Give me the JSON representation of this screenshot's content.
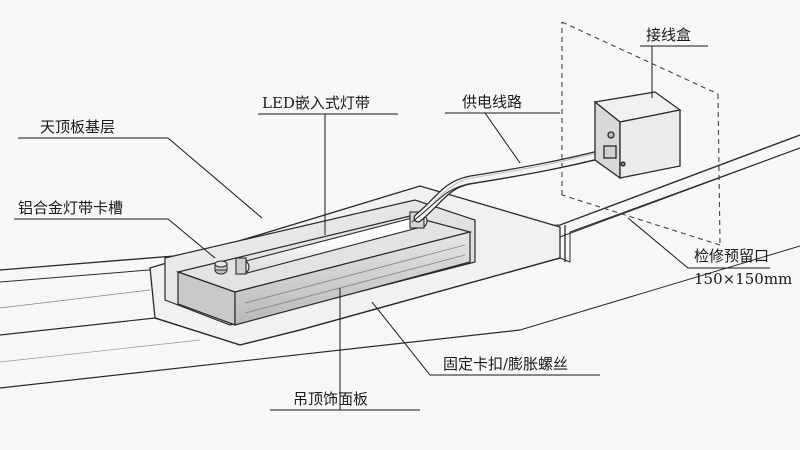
{
  "labels": {
    "ceiling_board": "天顶板基层",
    "led_strip": "LED嵌入式灯带",
    "aluminum_slot": "铝合金灯带卡槽",
    "power_line": "供电线路",
    "junction_box": "接线盒",
    "access_opening": "检修预留口",
    "access_size": "150×150mm",
    "clip_screw": "固定卡扣/膨胀螺丝",
    "ceiling_panel": "吊顶饰面板"
  },
  "colors": {
    "line": "#2a2a2a",
    "metal": "#cfcfcf",
    "metal_dark": "#a9a9a9",
    "led_glow": "#ffffff",
    "background": "#f7f7f5"
  }
}
